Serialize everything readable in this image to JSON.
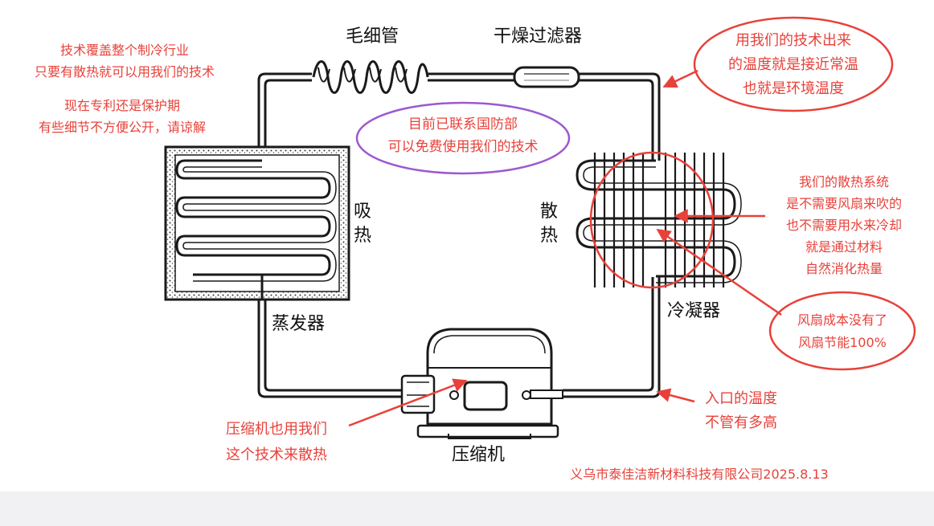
{
  "diagram": {
    "components": {
      "capillary": "毛细管",
      "filter_drier": "干燥过滤器",
      "evaporator": "蒸发器",
      "absorb_heat_1": "吸",
      "absorb_heat_2": "热",
      "dissipate_heat_1": "散",
      "dissipate_heat_2": "热",
      "condenser": "冷凝器",
      "compressor": "压缩机"
    },
    "notes": {
      "top_left_line1": "技术覆盖整个制冷行业",
      "top_left_line2": "只要有散热就可以用我们的技术",
      "patent_line1": "现在专利还是保护期",
      "patent_line2": "有些细节不方便公开，请谅解",
      "defense_line1": "目前已联系国防部",
      "defense_line2": "可以免费使用我们的技术",
      "temp_line1": "用我们的技术出来",
      "temp_line2": "的温度就是接近常温",
      "temp_line3": "也就是环境温度",
      "system_line1": "我们的散热系统",
      "system_line2": "是不需要风扇来吹的",
      "system_line3": "也不需要用水来冷却",
      "system_line4": "就是通过材料",
      "system_line5": "自然消化热量",
      "fan_line1": "风扇成本没有了",
      "fan_line2": "风扇节能100%",
      "inlet_line1": "入口的温度",
      "inlet_line2": "不管有多高",
      "compressor_line1": "压缩机也用我们",
      "compressor_line2": "这个技术来散热",
      "footer": "义乌市泰佳洁新材料科技有限公司2025.8.13"
    },
    "colors": {
      "annotation_red": "#e8413a",
      "ellipse_purple": "#9b59d0",
      "pipe_black": "#1a1a1a"
    }
  }
}
